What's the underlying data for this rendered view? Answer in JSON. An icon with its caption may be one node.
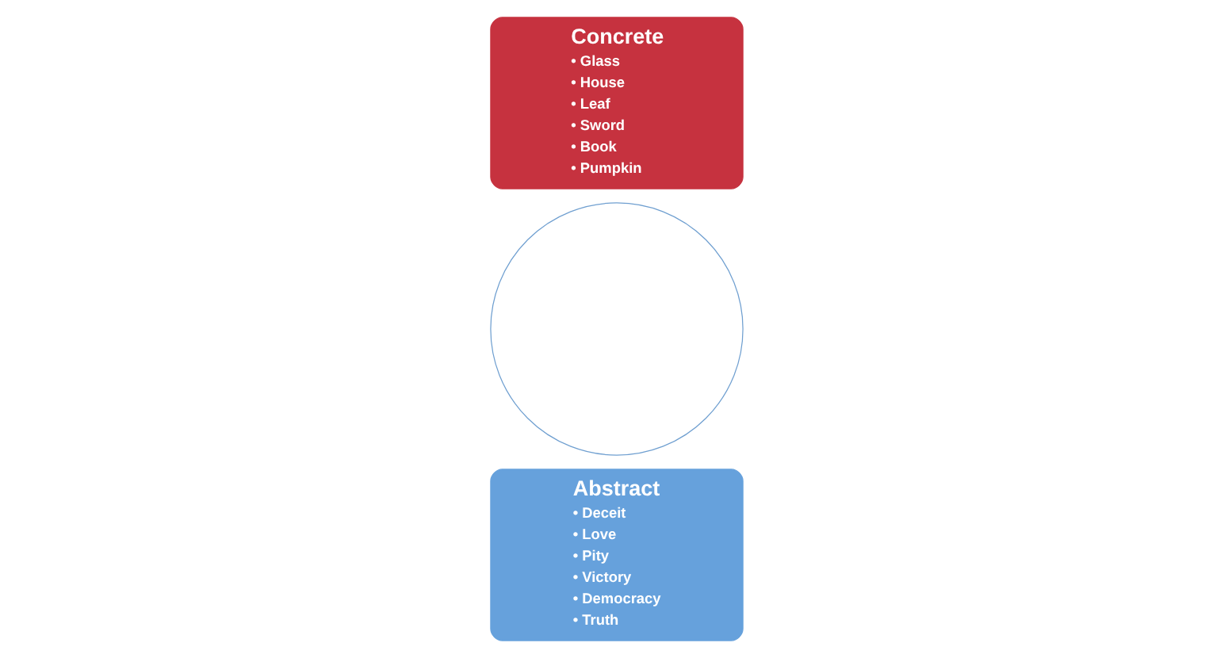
{
  "diagram": {
    "nodes": [
      {
        "text": [],
        "shape": "circle"
      },
      {
        "text": [
          "Concrete",
          "• Glass",
          "• House",
          "• Leaf",
          "• Sword",
          "• Book",
          "• Pumpkin"
        ]
      },
      {
        "text": [
          "Abstract",
          "• Deceit",
          "• Love",
          "• Pity",
          "• Victory",
          "• Democracy",
          "• Truth"
        ]
      }
    ],
    "edges": []
  }
}
